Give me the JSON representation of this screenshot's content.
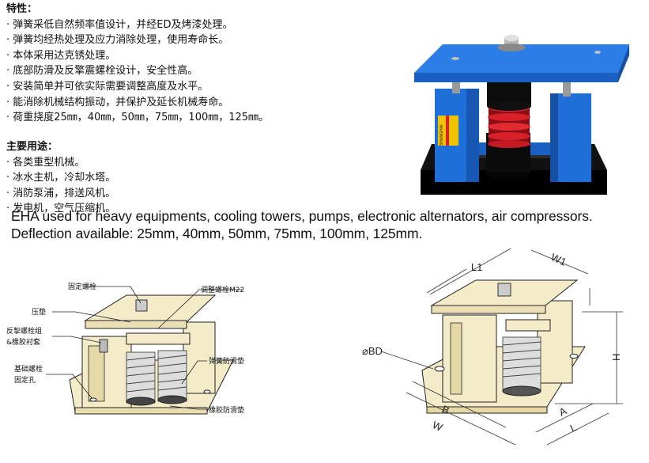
{
  "features": {
    "title": "特性：",
    "items": [
      "· 弹簧采低自然频率值设计，并经ED及烤漆处理。",
      "· 弹簧均经热处理及应力消除处理，使用寿命长。",
      "· 本体采用达克锈处理。",
      "· 底部防滑及反擎震螺栓设计，安全性高。",
      "· 安装简单并可依实际需要调整高度及水平。",
      "· 能消除机械结构振动，并保护及延长机械寿命。",
      "· 荷重挠度25㎜，40㎜，50㎜，75㎜，100㎜，125㎜。"
    ]
  },
  "uses": {
    "title": "主要用途：",
    "items": [
      "· 各类重型机械。",
      "· 冰水主机，冷却水塔。",
      "· 消防泵浦，排送风机。",
      "· 发电机，空气压缩机。"
    ]
  },
  "english": {
    "line1": "EHA used for heavy equipments, cooling towers, pumps, electronic alternators, air compressors.",
    "line2": "Deflection available: 25mm, 40mm, 50mm, 75mm, 100mm, 125mm."
  },
  "left_diagram": {
    "labels": {
      "fixing_bolt": "固定螺栓",
      "pressure_pad": "压垫",
      "anti_bolt": "反掣螺栓组",
      "rubber_sleeve": "&橡胶衬套",
      "base_bolt": "基础螺栓",
      "fixing_hole": "固定孔",
      "adjust_bolt": "调整螺栓M22",
      "spring_pad": "弹簧防滑垫",
      "rubber_pad": "橡胶防滑垫"
    }
  },
  "right_diagram": {
    "dims": {
      "L1": "L1",
      "W1": "W1",
      "BD": "⌀BD",
      "H": "H",
      "B": "B",
      "W": "W",
      "A": "A",
      "L": "L"
    }
  },
  "photo": {
    "label_text": "SHANGHAI"
  },
  "colors": {
    "body_blue": "#1f6fd8",
    "spring_red": "#d8202a",
    "base_black": "#0c0c0c",
    "diagram_fill": "#f4ebc9"
  }
}
